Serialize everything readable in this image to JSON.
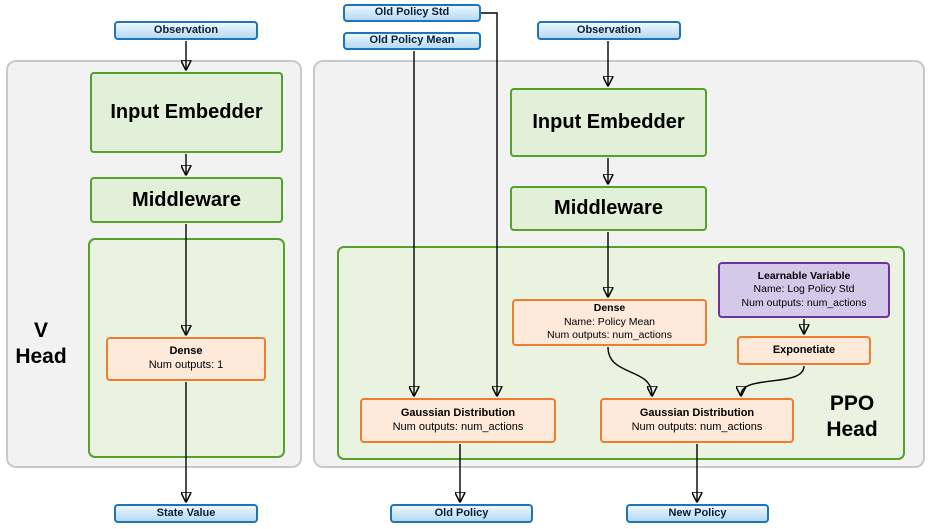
{
  "v_head": {
    "observation": "Observation",
    "input_embedder": "Input Embedder",
    "middleware": "Middleware",
    "dense_title": "Dense",
    "dense_sub": "Num outputs: 1",
    "head_label_line1": "V",
    "head_label_line2": "Head",
    "output": "State Value"
  },
  "ppo_head": {
    "old_policy_std": "Old Policy Std",
    "old_policy_mean": "Old Policy Mean",
    "observation": "Observation",
    "input_embedder": "Input Embedder",
    "middleware": "Middleware",
    "dense_title": "Dense",
    "dense_name": "Name: Policy Mean",
    "dense_outputs": "Num outputs: num_actions",
    "learnable_title": "Learnable Variable",
    "learnable_name": "Name: Log Policy Std",
    "learnable_outputs": "Num outputs: num_actions",
    "exponentiate": "Exponetiate",
    "gaussian_left_title": "Gaussian Distribution",
    "gaussian_left_sub": "Num outputs: num_actions",
    "gaussian_right_title": "Gaussian Distribution",
    "gaussian_right_sub": "Num outputs: num_actions",
    "head_label_line1": "PPO",
    "head_label_line2": "Head",
    "output_old": "Old Policy",
    "output_new": "New Policy"
  },
  "colors": {
    "blue_fill": "#cde6f8",
    "blue_border": "#1e74ba",
    "green_fill": "#e2efd9",
    "green_border": "#56a02b",
    "green_container_fill": "#e9f3df",
    "orange_fill": "#fdeada",
    "orange_border": "#ed7d31",
    "purple_fill": "#d5c9ea",
    "purple_border": "#7030a0",
    "gray_fill": "#f2f2f2",
    "gray_border": "#c9c9c9",
    "arrow": "#000000"
  }
}
